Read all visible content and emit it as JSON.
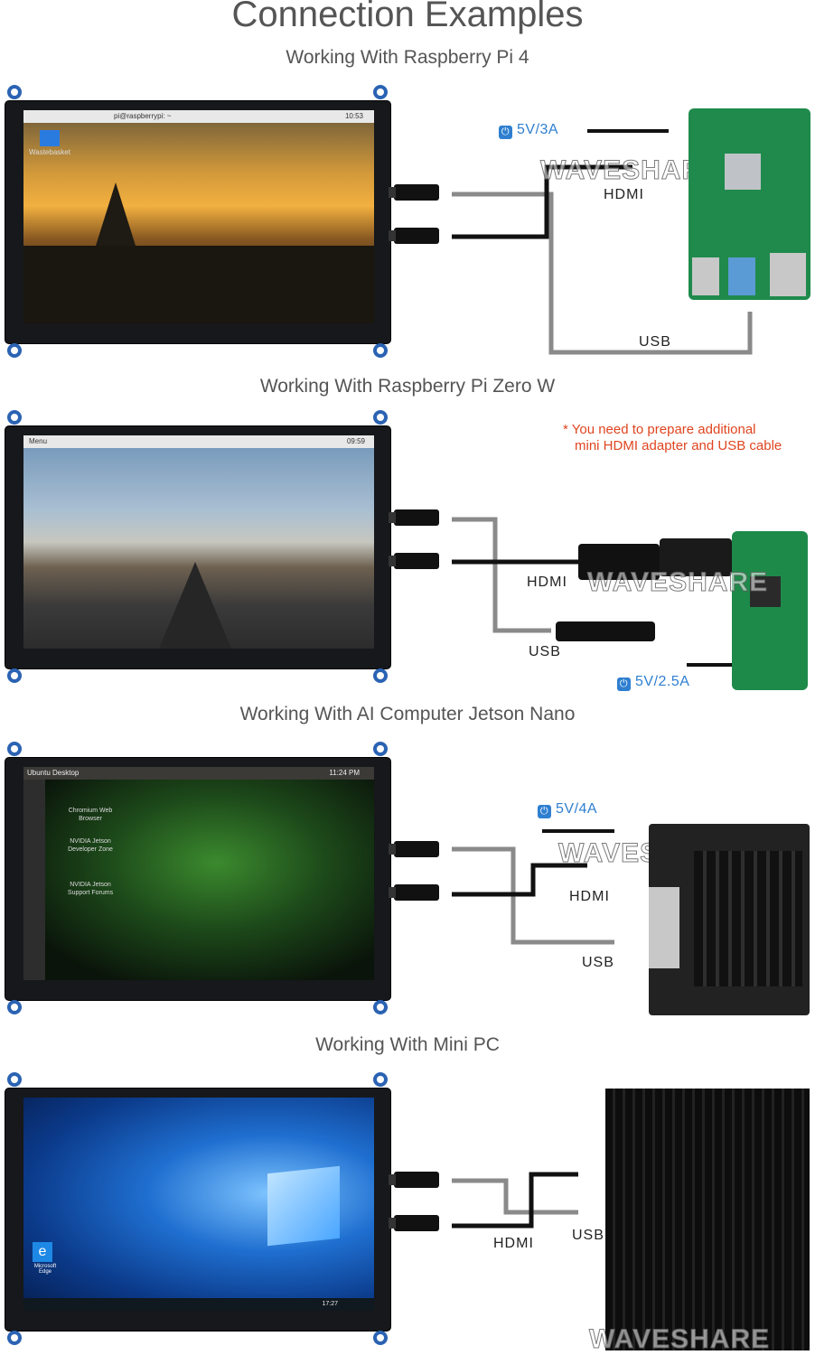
{
  "page": {
    "title": "Connection Examples",
    "watermark": "WAVESHARE"
  },
  "sections": [
    {
      "title": "Working With Raspberry Pi 4",
      "power": "5V/3A",
      "hdmi_label": "HDMI",
      "usb_label": "USB",
      "screen": {
        "taskbar_text": "pi@raspberrypi: ~",
        "clock": "10:53",
        "desktop_icon": "Wastebasket"
      }
    },
    {
      "title": "Working With Raspberry Pi Zero W",
      "note_line1": "* You need to prepare additional",
      "note_line2": "mini HDMI adapter and USB cable",
      "power": "5V/2.5A",
      "hdmi_label": "HDMI",
      "usb_label": "USB",
      "screen": {
        "menu": "Menu",
        "clock": "09:59"
      }
    },
    {
      "title": "Working With AI Computer Jetson Nano",
      "power": "5V/4A",
      "hdmi_label": "HDMI",
      "usb_label": "USB",
      "screen": {
        "taskbar_text": "Ubuntu Desktop",
        "clock": "11:24 PM",
        "icons": [
          "Chromium Web Browser",
          "NVIDIA Jetson Developer Zone",
          "NVIDIA Jetson Support Forums"
        ]
      }
    },
    {
      "title": "Working With Mini PC",
      "hdmi_label": "HDMI",
      "usb_label": "USB",
      "screen": {
        "clock": "17:27",
        "edge_label": "Microsoft Edge"
      }
    }
  ],
  "colors": {
    "accent": "#2f7fd0",
    "note": "#e04520",
    "tab": "#2b63b3"
  }
}
